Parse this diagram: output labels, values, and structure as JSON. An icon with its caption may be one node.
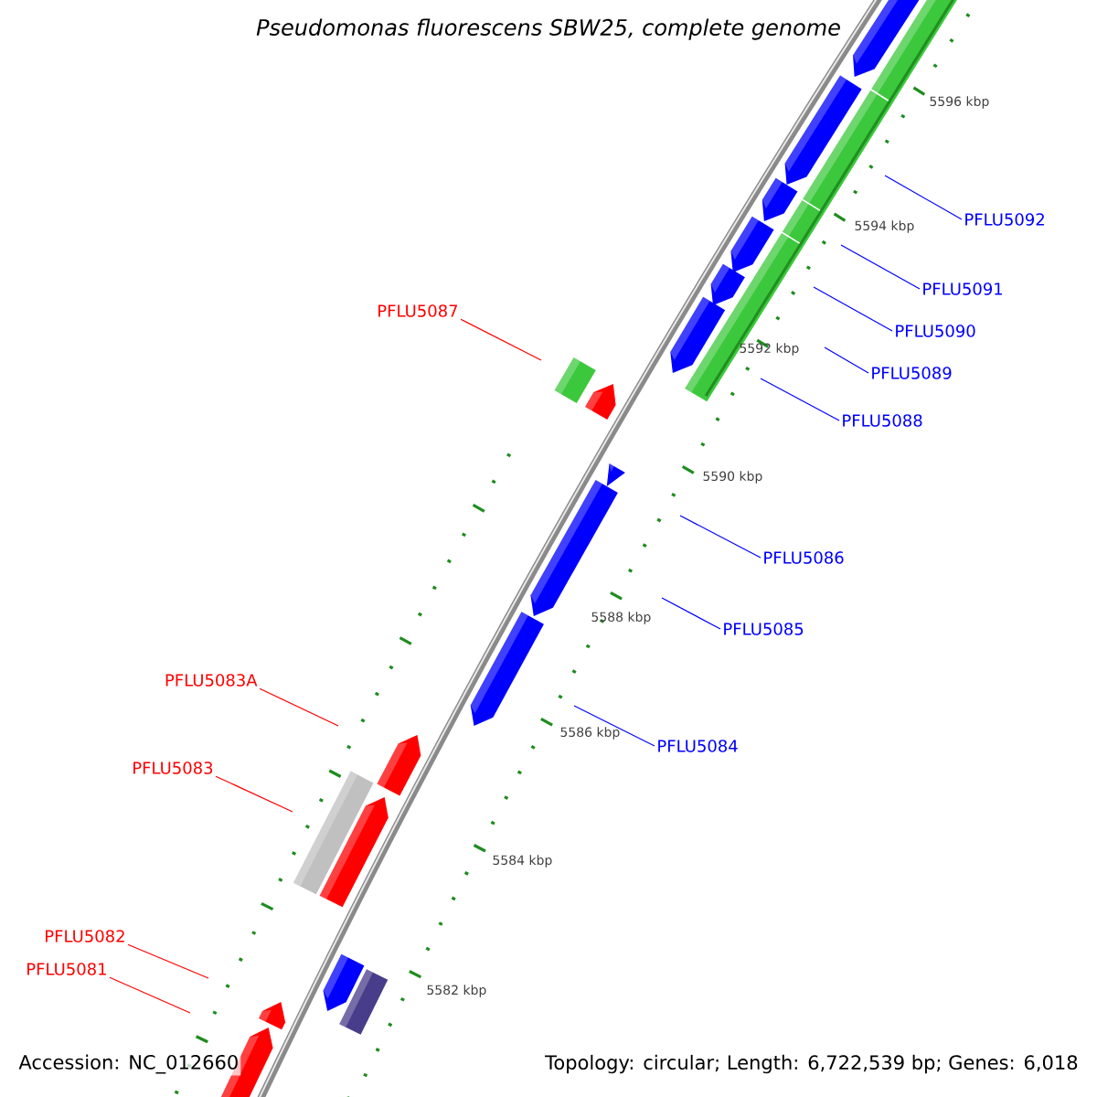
{
  "diagram": {
    "title": "Pseudomonas fluorescens SBW25, complete genome",
    "nodes": [
      {
        "text": [
          "PFLU5092"
        ]
      },
      {
        "text": [
          "PFLU5091"
        ]
      },
      {
        "text": [
          "PFLU5087"
        ]
      },
      {
        "text": [
          "PFLU5090"
        ]
      },
      {
        "text": [
          "PFLU5089"
        ]
      },
      {
        "text": [
          "PFLU5088"
        ]
      },
      {
        "text": [
          "PFLU5086"
        ]
      },
      {
        "text": [
          "PFLU5085"
        ]
      },
      {
        "text": [
          "PFLU5083A"
        ]
      },
      {
        "text": [
          "PFLU5084"
        ]
      },
      {
        "text": [
          "PFLU5083"
        ]
      },
      {
        "text": [
          "PFLU5082"
        ]
      },
      {
        "text": [
          "PFLU5081"
        ]
      }
    ],
    "edges": [
      {
        "from": 0,
        "to": null,
        "arrow": "none"
      },
      {
        "from": 1,
        "to": null,
        "arrow": "none"
      },
      {
        "from": 2,
        "to": null,
        "arrow": "none",
        "color": "#ff0000"
      },
      {
        "from": 3,
        "to": null,
        "arrow": "none"
      },
      {
        "from": 4,
        "to": null,
        "arrow": "none"
      },
      {
        "from": 5,
        "to": null,
        "arrow": "none"
      },
      {
        "from": 6,
        "to": null,
        "arrow": "none"
      },
      {
        "from": 7,
        "to": null,
        "arrow": "none"
      },
      {
        "from": 8,
        "to": null,
        "arrow": "none",
        "color": "#ff0000"
      },
      {
        "from": 9,
        "to": null,
        "arrow": "none"
      },
      {
        "from": 10,
        "to": null,
        "arrow": "none",
        "color": "#ff0000"
      },
      {
        "from": 11,
        "to": null,
        "arrow": "none",
        "color": "#ff0000"
      },
      {
        "from": 12,
        "to": null,
        "arrow": "none",
        "color": "#ff0000"
      }
    ],
    "labels": [
      "5596 kbp",
      "5594 kbp",
      "5592 kbp",
      "5590 kbp",
      "5588 kbp",
      "5586 kbp",
      "5584 kbp",
      "5582 kbp",
      "Accession: NC_012660",
      "Topology: circular; Length: 6,722,539 bp; Genes: 6,018"
    ]
  }
}
